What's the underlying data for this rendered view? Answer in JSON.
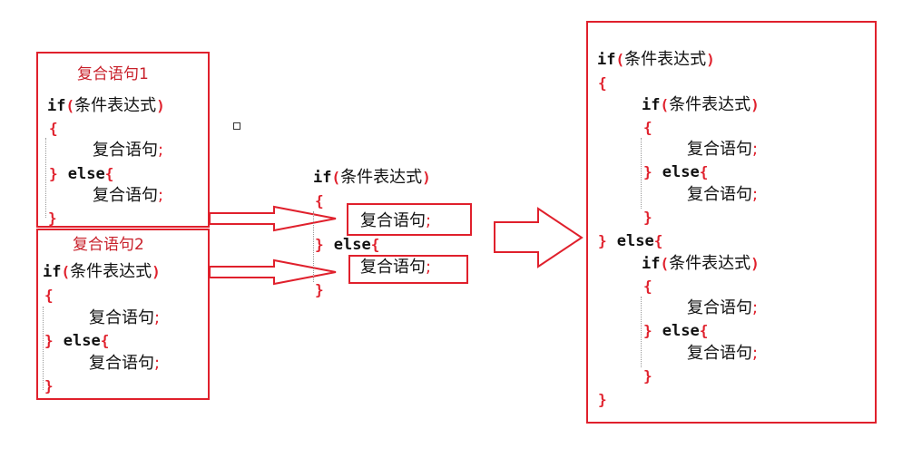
{
  "if_kw": "if",
  "else_kw": "else",
  "lparen": "(",
  "rparen": ")",
  "condition": "条件表达式",
  "stmt": "复合语句",
  "semicolon": ";",
  "open_brace": "{",
  "close_brace": "}",
  "box1_label": "复合语句1",
  "box2_label": "复合语句2",
  "colors": {
    "accent": "#e0202c",
    "text": "#111111"
  }
}
